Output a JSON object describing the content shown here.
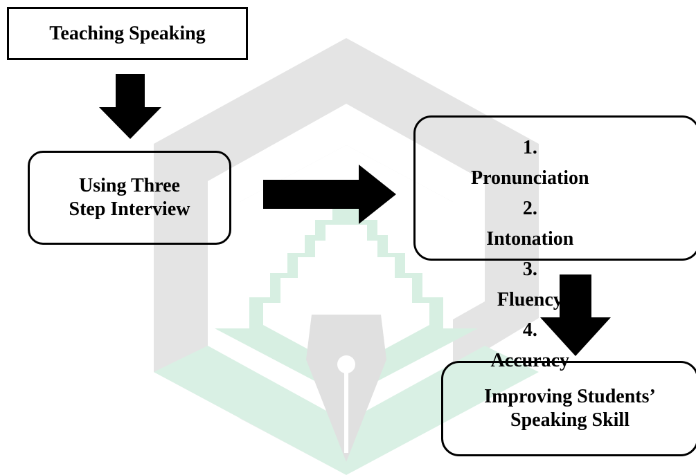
{
  "boxes": {
    "teaching": "Teaching Speaking",
    "method_line1": "Using Three",
    "method_line2": "Step Interview",
    "result_line1": "Improving Students’",
    "result_line2": "Speaking Skill"
  },
  "aspects": [
    {
      "num": "1.",
      "label": "Pronunciation"
    },
    {
      "num": "2.",
      "label": "Intonation"
    },
    {
      "num": "3.",
      "label": "Fluency"
    },
    {
      "num": "4.",
      "label": "Accuracy"
    }
  ],
  "colors": {
    "text": "#000000",
    "border": "#000000",
    "watermark_gray": "#e3e3e3",
    "watermark_green": "#d6efe2"
  }
}
